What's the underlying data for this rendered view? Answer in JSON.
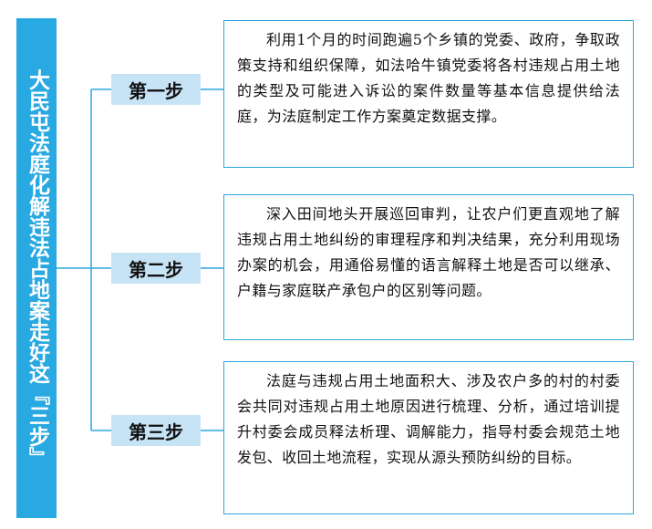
{
  "title": "大民屯法庭化解违法占地案走好这『三步』",
  "colors": {
    "title_background": "#29a9e1",
    "step_background": "#c7e4f6",
    "border_and_connectors": "#2ea6dc"
  },
  "steps": [
    {
      "label": "第一步",
      "text": "利用1个月的时间跑遍5个乡镇的党委、政府，争取政策支持和组织保障，如法哈牛镇党委将各村违规占用土地的类型及可能进入诉讼的案件数量等基本信息提供给法庭，为法庭制定工作方案奠定数据支撑。"
    },
    {
      "label": "第二步",
      "text": "深入田间地头开展巡回审判，让农户们更直观地了解违规占用土地纠纷的审理程序和判决结果，充分利用现场办案的机会，用通俗易懂的语言解释土地是否可以继承、户籍与家庭联产承包户的区别等问题。"
    },
    {
      "label": "第三步",
      "text": "法庭与违规占用土地面积大、涉及农户多的村的村委会共同对违规占用土地原因进行梳理、分析，通过培训提升村委会成员释法析理、调解能力，指导村委会规范土地发包、收回土地流程，实现从源头预防纠纷的目标。"
    }
  ]
}
